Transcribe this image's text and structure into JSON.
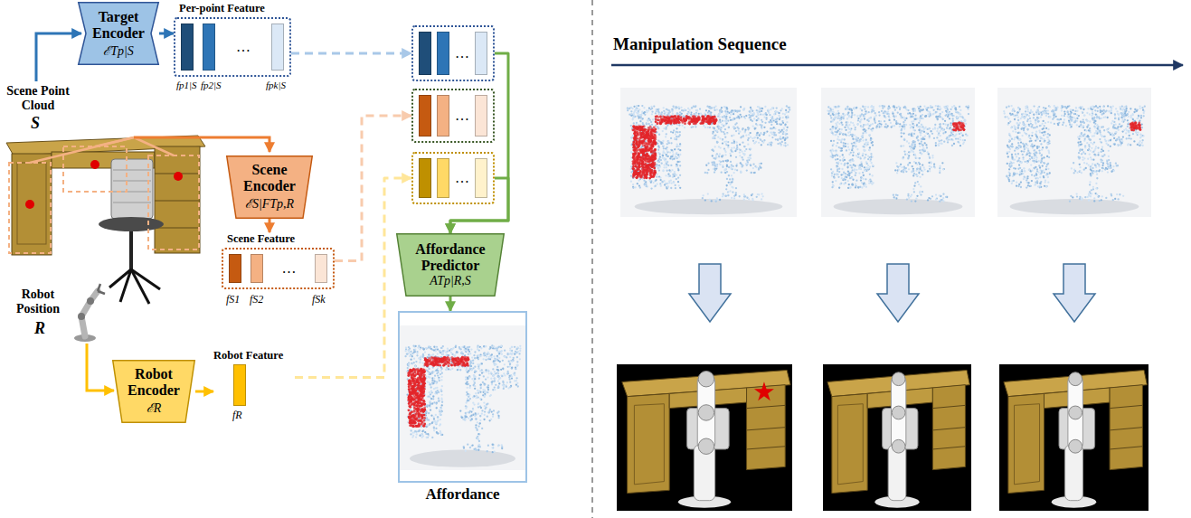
{
  "diagram": {
    "nodes": [
      {
        "text": [
          "Target Encoder",
          "ℰTp|S"
        ]
      },
      {
        "text": [
          "Per-point Feature",
          "…"
        ]
      },
      {
        "text": [
          "…"
        ]
      },
      {
        "text": [
          "…"
        ]
      },
      {
        "text": [
          "…"
        ]
      },
      {
        "text": [
          "Scene Encoder",
          "ℰS|FTp,R"
        ]
      },
      {
        "text": [
          "Scene Feature",
          "…"
        ]
      },
      {
        "text": [
          "Affordance Predictor",
          "ATp|R,S"
        ]
      },
      {
        "text": [
          "Robot Encoder",
          "ℰR"
        ]
      },
      {
        "text": [
          "Robot Feature"
        ]
      },
      {
        "text": [
          "Affordance"
        ]
      }
    ],
    "edges": [
      {
        "from": 0,
        "to": 1,
        "arrow": "to"
      },
      {
        "from": 1,
        "to": 2,
        "arrow": "to"
      },
      {
        "from": 5,
        "to": 6,
        "arrow": "to"
      },
      {
        "from": 6,
        "to": 3,
        "arrow": "to"
      },
      {
        "from": 8,
        "to": 9,
        "arrow": "to"
      },
      {
        "from": 9,
        "to": 4,
        "arrow": "to"
      },
      {
        "from": 2,
        "to": 7,
        "arrow": "to"
      },
      {
        "from": 4,
        "to": 7,
        "arrow": "to"
      },
      {
        "from": 7,
        "to": 10,
        "arrow": "to"
      }
    ],
    "labels": [
      "fp1|S",
      "fp2|S",
      "fpk|S",
      "fS1",
      "fS2",
      "fSk",
      "fR",
      "Scene Point Cloud",
      "S",
      "Robot Position",
      "R",
      "Manipulation Sequence"
    ]
  }
}
